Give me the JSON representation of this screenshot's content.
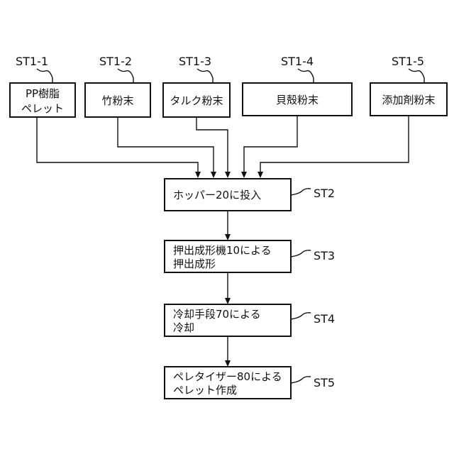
{
  "inputs": [
    {
      "step": "ST1-1",
      "lines": [
        "PP樹脂",
        "ペレット"
      ]
    },
    {
      "step": "ST1-2",
      "lines": [
        "竹粉末"
      ]
    },
    {
      "step": "ST1-3",
      "lines": [
        "タルク粉末"
      ]
    },
    {
      "step": "ST1-4",
      "lines": [
        "貝殻粉末"
      ]
    },
    {
      "step": "ST1-5",
      "lines": [
        "添加剤粉末"
      ]
    }
  ],
  "process": [
    {
      "step": "ST2",
      "lines": [
        "ホッパー20に投入"
      ]
    },
    {
      "step": "ST3",
      "lines": [
        "押出成形機10による",
        "押出成形"
      ]
    },
    {
      "step": "ST4",
      "lines": [
        "冷却手段70による",
        "冷却"
      ]
    },
    {
      "step": "ST5",
      "lines": [
        "ペレタイザー80による",
        "ペレット作成"
      ]
    }
  ]
}
